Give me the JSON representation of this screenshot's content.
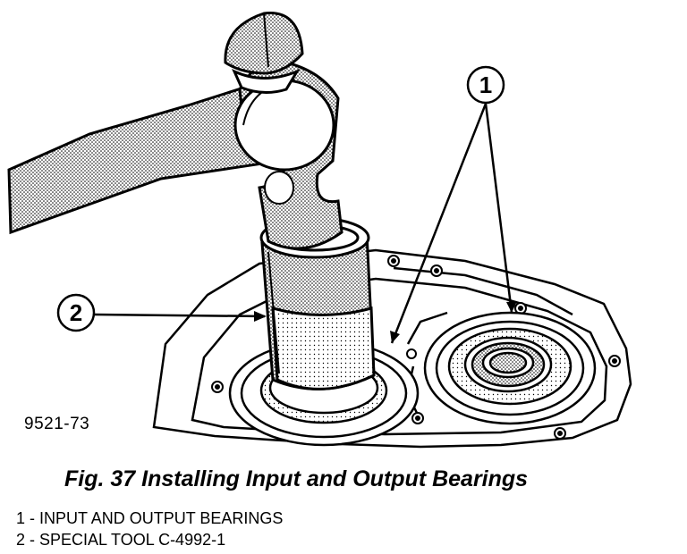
{
  "figure": {
    "id_label": "9521-73",
    "caption": "Fig. 37 Installing Input and Output Bearings",
    "callouts": [
      {
        "number": "1"
      },
      {
        "number": "2"
      }
    ],
    "legend": [
      "1 - INPUT AND OUTPUT BEARINGS",
      "2 - SPECIAL TOOL C-4992-1"
    ]
  }
}
